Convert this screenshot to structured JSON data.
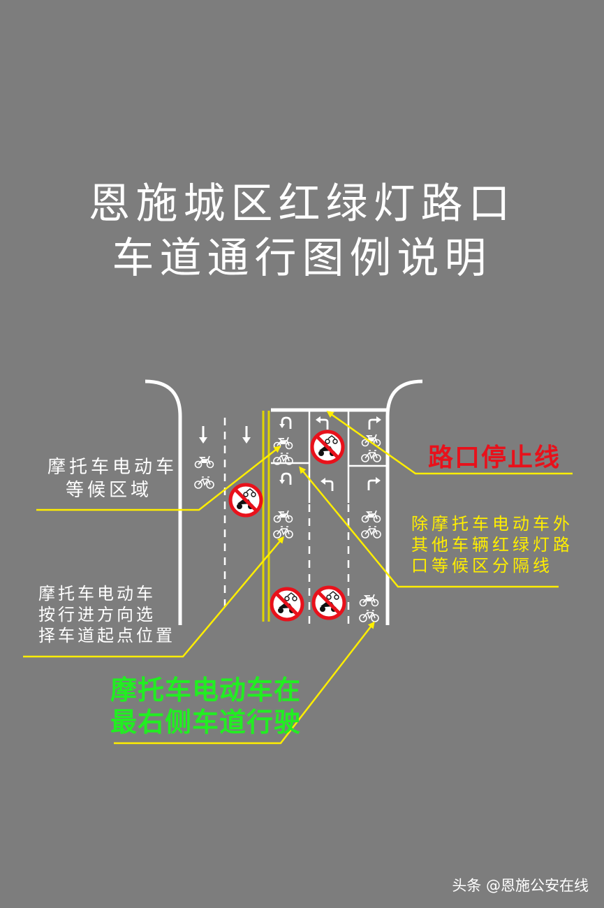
{
  "title": {
    "line1": "恩施城区红绿灯路口",
    "line2": "车道通行图例说明"
  },
  "labels": {
    "waiting_area": [
      "摩托车电动车",
      "等候区域"
    ],
    "stop_line": "路口停止线",
    "other_vehicle_divider": [
      "除摩托车电动车外",
      "其他车辆红绿灯路",
      "口等候区分隔线"
    ],
    "lane_start": [
      "摩托车电动车",
      "按行进方向选",
      "择车道起点位置"
    ],
    "right_lane": [
      "摩托车电动车在",
      "最右侧车道行驶"
    ]
  },
  "watermark": "头条 @恩施公安在线",
  "colors": {
    "background": "#7d7d7d",
    "road_marking": "#ffffff",
    "callout_yellow": "#ffee00",
    "stop_line_label": "#e8111b",
    "right_lane_label": "#22ee22",
    "prohibition_red": "#e8111b"
  },
  "icons": [
    "down-arrow-icon",
    "u-turn-arrow-icon",
    "left-turn-arrow-icon",
    "right-turn-arrow-icon",
    "motorcycle-icon",
    "bicycle-icon",
    "no-motorcycle-sign-icon"
  ]
}
